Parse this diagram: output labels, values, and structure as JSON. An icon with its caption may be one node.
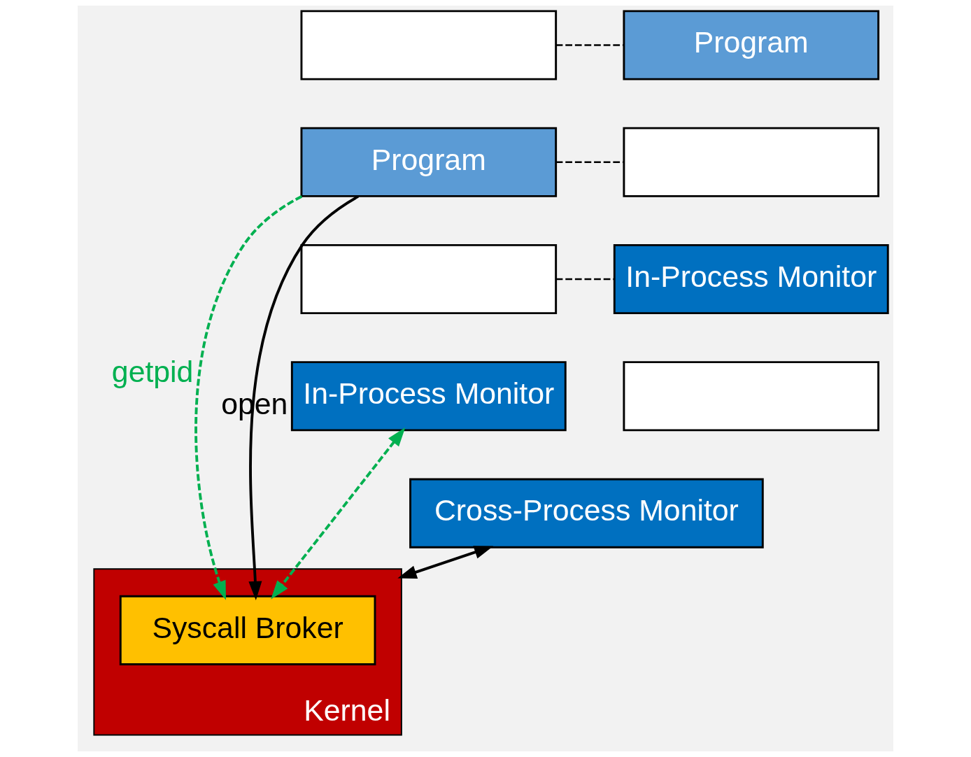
{
  "diagram": {
    "nodes": [
      {
        "text": [],
        "shape": "box"
      },
      {
        "text": [
          "Program"
        ]
      },
      {
        "text": [],
        "shape": "box"
      },
      {
        "text": [
          "In-Process Monitor"
        ]
      },
      {
        "text": [
          "Program"
        ]
      },
      {
        "text": [],
        "shape": "box"
      },
      {
        "text": [
          "In-Process Monitor"
        ]
      },
      {
        "text": [],
        "shape": "box"
      },
      {
        "text": [
          "Cross-Process Monitor"
        ]
      },
      {
        "text": [
          "Kernel"
        ]
      },
      {
        "text": [
          "Syscall Broker"
        ],
        "in": 9
      }
    ],
    "edges": [
      {
        "from": 0,
        "to": 4,
        "arrow": "none",
        "style": "dashed"
      },
      {
        "from": 1,
        "to": 5,
        "arrow": "none",
        "style": "dashed"
      },
      {
        "from": 2,
        "to": 6,
        "arrow": "none",
        "style": "dashed"
      },
      {
        "from": 1,
        "to": 10,
        "arrow": "to",
        "label": "getpid",
        "style": "dashed",
        "color": "#00b050"
      },
      {
        "from": 1,
        "to": 10,
        "arrow": "to",
        "label": "open"
      },
      {
        "from": 3,
        "to": 10,
        "arrow": "both",
        "style": "dashed",
        "color": "#00b050"
      },
      {
        "from": 8,
        "to": 9,
        "arrow": "both"
      }
    ]
  }
}
